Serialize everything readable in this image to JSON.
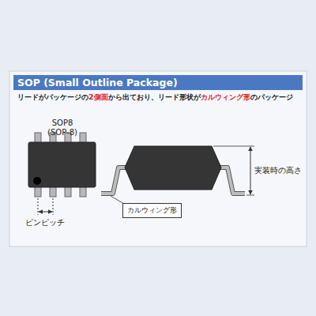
{
  "diagram": {
    "title": "SOP (Small Outline Package)",
    "nodes": [
      {
        "text": [
          "カルウィング形"
        ]
      }
    ],
    "labels": [
      "リードがパッケージの",
      "2側面",
      "から出ており、リード形状が",
      "カルウィング形",
      "のパッケージ",
      "SOP8",
      "(SOP-8)",
      "ピンピッチ",
      "実装時の高さ"
    ]
  }
}
